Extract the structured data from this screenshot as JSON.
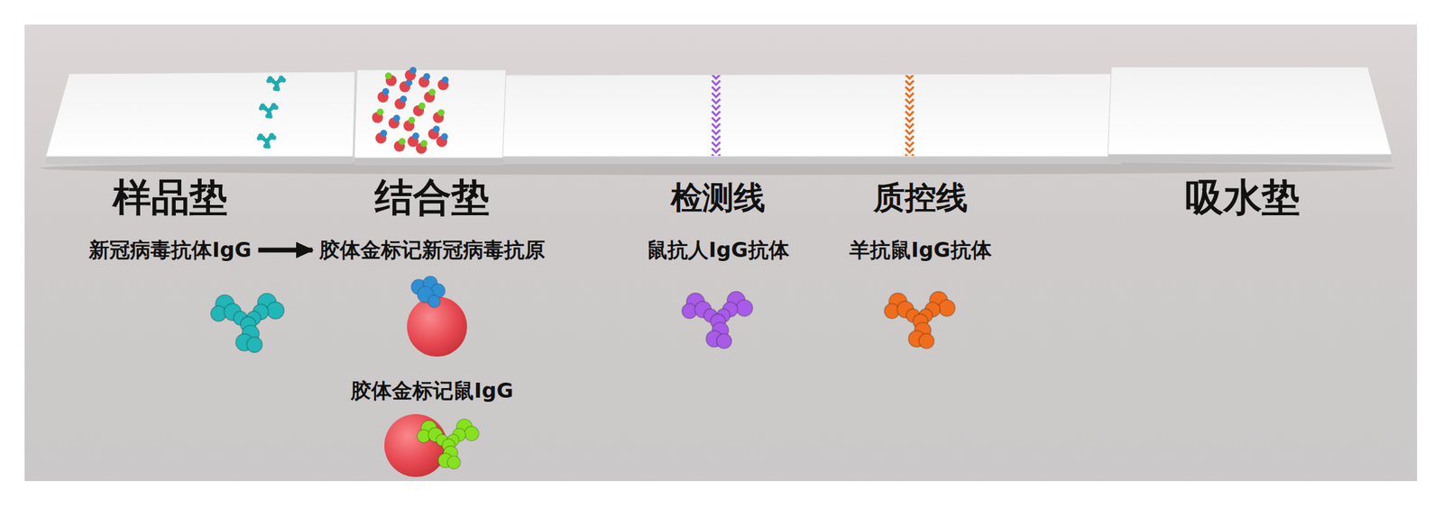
{
  "diagram": {
    "nodes": [
      {
        "text": [
          "样品垫",
          "新冠病毒抗体IgG"
        ]
      },
      {
        "text": [
          "结合垫",
          "胶体金标记新冠病毒抗原",
          "胶体金标记鼠IgG"
        ]
      },
      {
        "text": [
          "检测线",
          "鼠抗人IgG抗体"
        ]
      },
      {
        "text": [
          "质控线",
          "羊抗鼠IgG抗体"
        ]
      },
      {
        "text": [
          "吸水垫"
        ]
      }
    ],
    "edges": [
      {
        "from": 0,
        "to": 1,
        "arrow": "to"
      }
    ]
  }
}
